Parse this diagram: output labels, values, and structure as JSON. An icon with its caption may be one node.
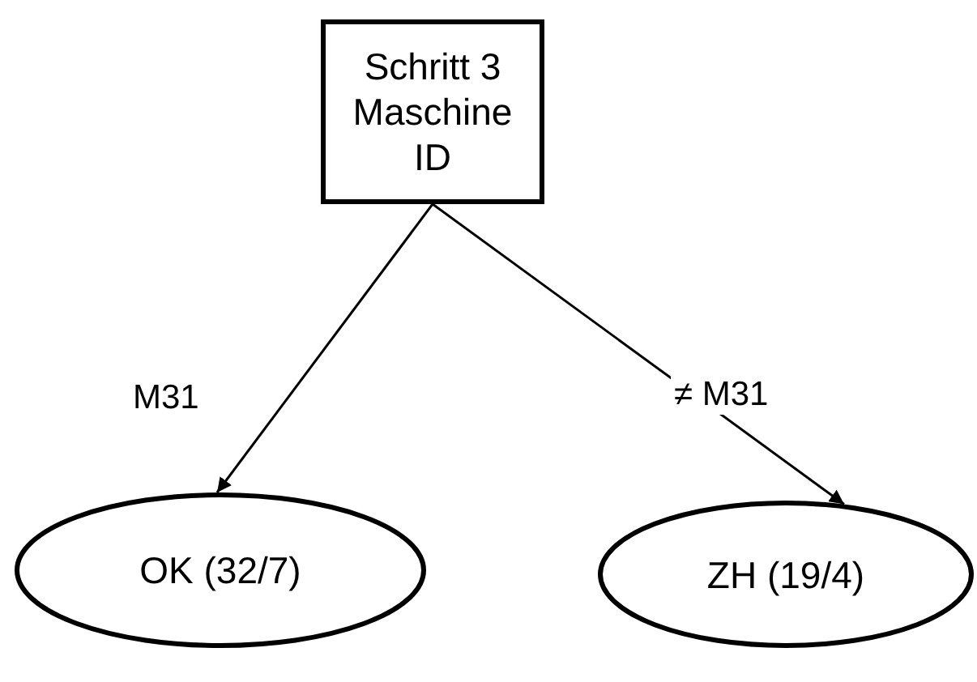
{
  "diagram": {
    "nodes": [
      {
        "text": [
          "Schritt 3 Maschine ID"
        ]
      },
      {
        "text": [
          "OK (32/7)"
        ]
      },
      {
        "text": [
          "ZH (19/4)"
        ]
      }
    ],
    "edges": [
      {
        "from": 0,
        "to": 1,
        "arrow": "to",
        "label": "M31"
      },
      {
        "from": 0,
        "to": 2,
        "arrow": "to",
        "label": "≠ M31"
      }
    ]
  }
}
